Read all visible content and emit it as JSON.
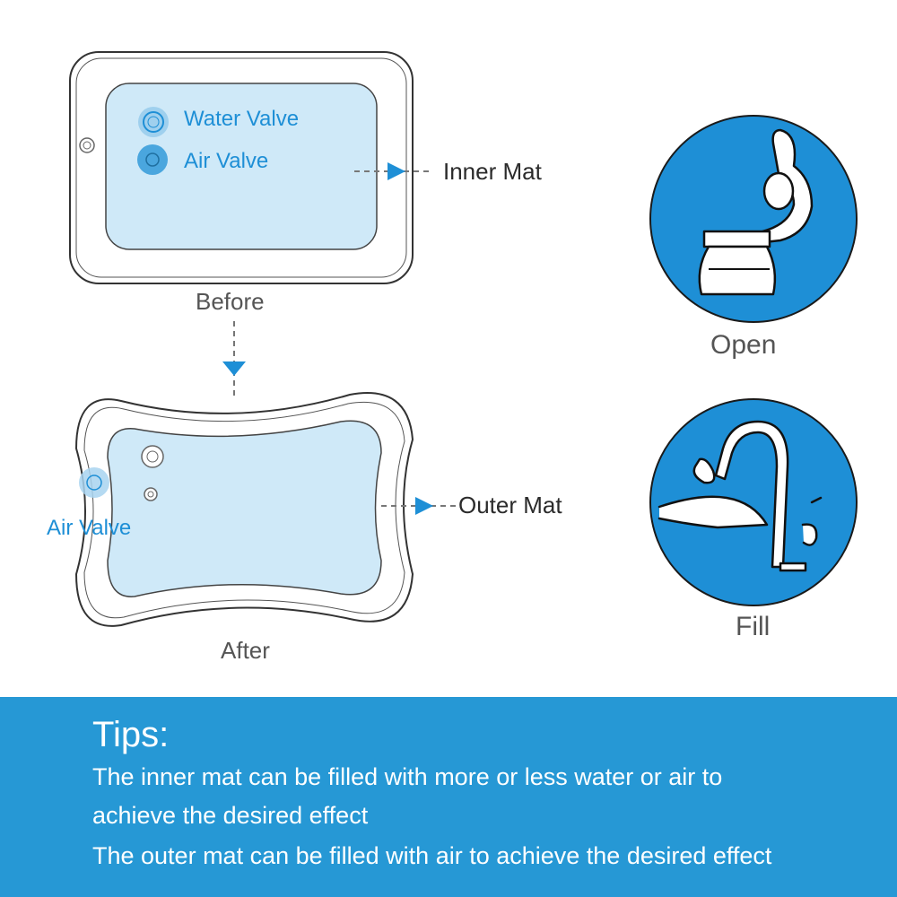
{
  "before": {
    "caption": "Before",
    "water_valve_label": "Water Valve",
    "air_valve_label": "Air Valve",
    "inner_mat_label": "Inner Mat"
  },
  "after": {
    "caption": "After",
    "air_valve_label": "Air Valve",
    "outer_mat_label": "Outer Mat"
  },
  "steps": [
    {
      "label": "Open",
      "icon": "valve-cap-open-icon"
    },
    {
      "label": "Fill",
      "icon": "faucet-fill-icon"
    }
  ],
  "tips": {
    "heading": "Tips:",
    "line1": "The inner mat can be filled with more or less water or air to",
    "line2": "achieve the desired effect",
    "line3": "The outer mat can be filled with air to achieve the desired effect"
  },
  "colors": {
    "accent_blue": "#1e8fd6",
    "mat_fill": "#cfe9f8",
    "circle_blue": "#1e8fd6",
    "banner_blue": "#2698d5"
  }
}
